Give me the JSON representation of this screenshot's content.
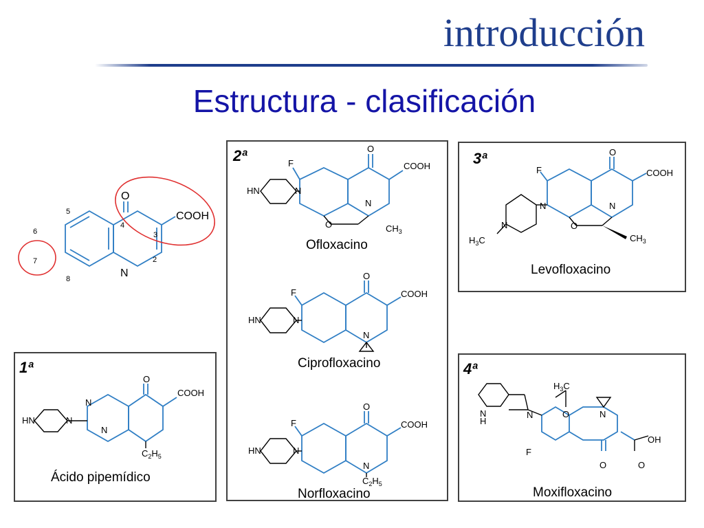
{
  "header": {
    "section": "introducción",
    "title": "Estructura - clasificación"
  },
  "core": {
    "atoms": {
      "o": "O",
      "cooh": "COOH",
      "n": "N"
    },
    "positions": [
      "5",
      "6",
      "7",
      "8",
      "4",
      "3",
      "2"
    ]
  },
  "panels": {
    "first": {
      "generation": "1ª",
      "compounds": [
        "Ácido pipemídico"
      ]
    },
    "second": {
      "generation": "2ª",
      "compounds": [
        "Ofloxacino",
        "Ciprofloxacino",
        "Norfloxacino"
      ]
    },
    "third": {
      "generation": "3ª",
      "compounds": [
        "Levofloxacino"
      ]
    },
    "fourth": {
      "generation": "4ª",
      "compounds": [
        "Moxifloxacino"
      ]
    }
  },
  "atom_labels": {
    "f": "F",
    "hn": "HN",
    "n": "N",
    "o": "O",
    "cooh": "COOH",
    "ch3": "CH",
    "sub3": "3",
    "c2h5_c": "C",
    "c2h5_2": "2",
    "c2h5_h": "H",
    "c2h5_5": "5",
    "h3c_h": "H",
    "h3c_c": "C",
    "oh": "OH",
    "h": "H"
  },
  "colors": {
    "accent": "#1f3e8c",
    "title": "#1414a6",
    "bond": "#2f7ec4",
    "highlight": "#e03030"
  }
}
